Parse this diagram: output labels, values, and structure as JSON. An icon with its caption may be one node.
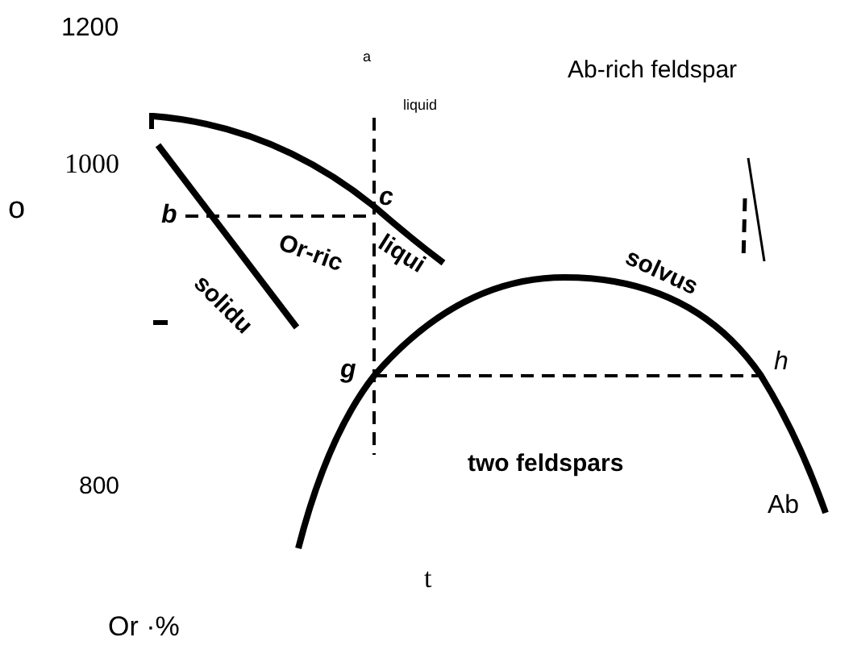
{
  "diagram": {
    "labels": [
      "1200",
      "a",
      "liquid",
      "Ab-rich feldspar",
      "1000",
      "o",
      "b",
      "c",
      "Or-ric",
      "liqui",
      "solidu",
      "solvus",
      "g",
      "h",
      "two feldspars",
      "800",
      "Ab",
      "t",
      "Or ·%"
    ]
  }
}
